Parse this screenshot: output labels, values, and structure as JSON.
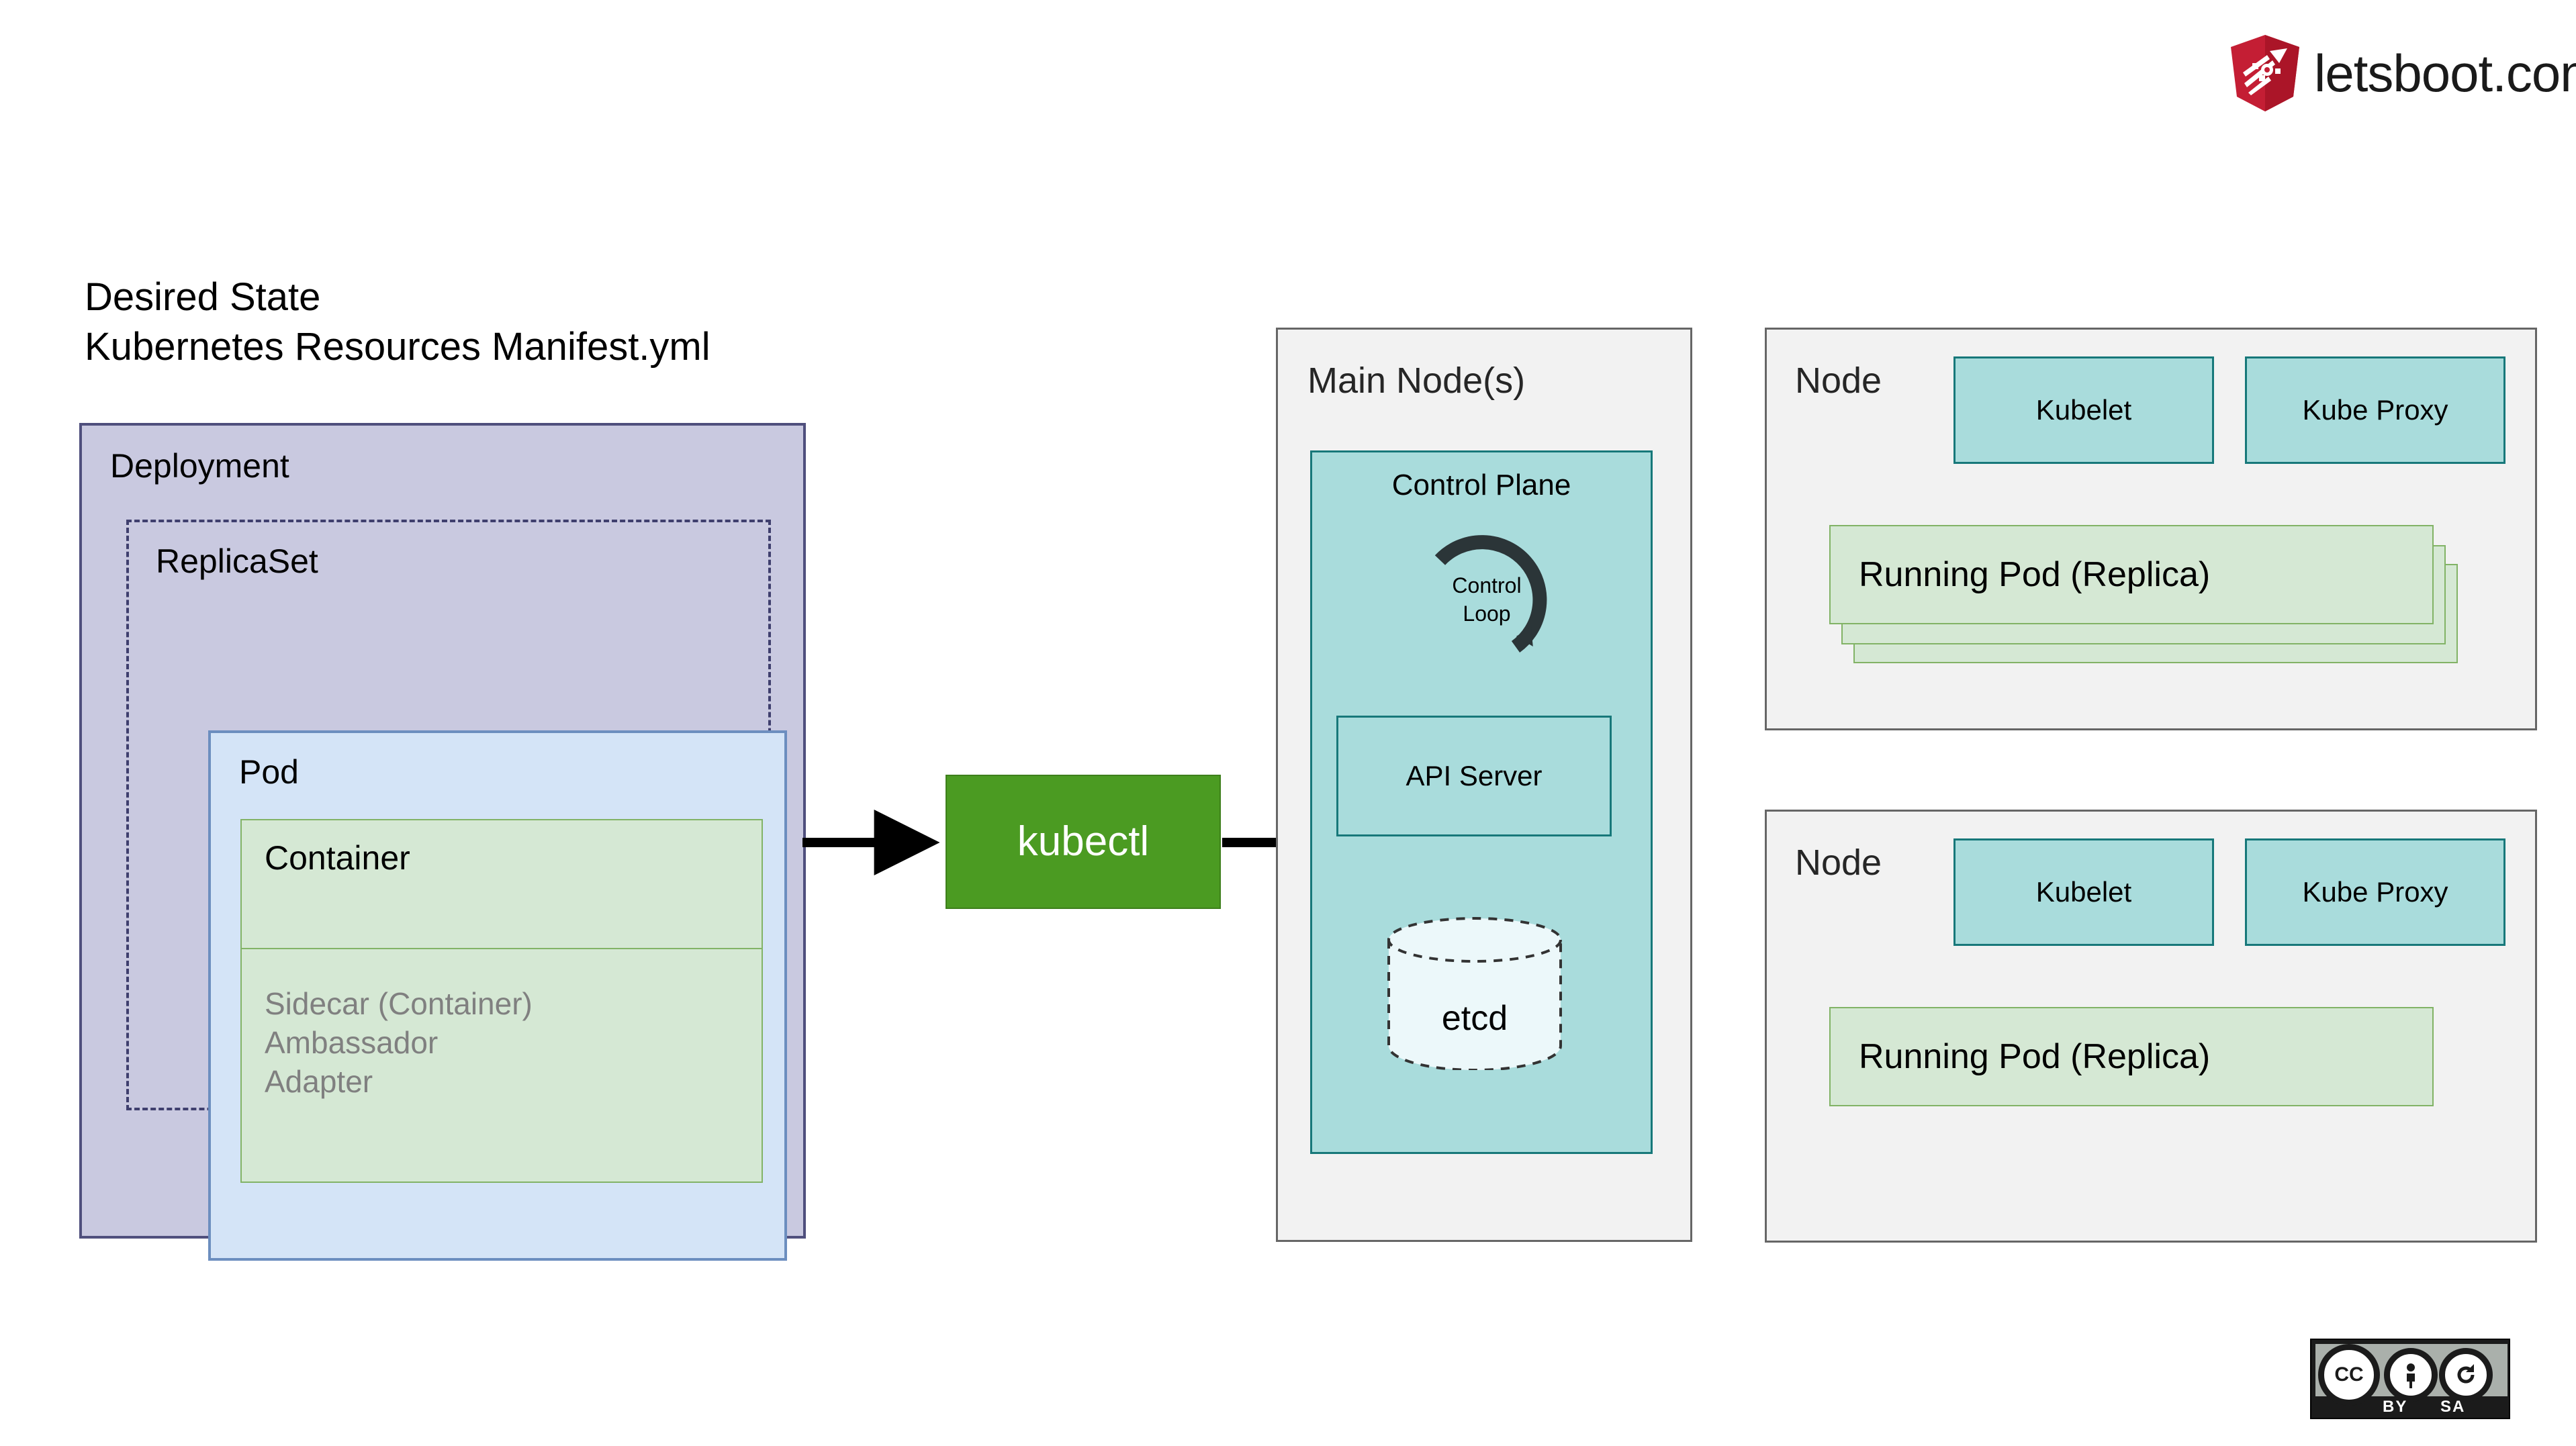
{
  "logo": {
    "brand_text": "letsboot.com",
    "shield_color": "#c41e34",
    "icon": "letsboot-shield-icon"
  },
  "headline": {
    "line1": "Desired State",
    "line2": "Kubernetes Resources Manifest.yml"
  },
  "desired_state": {
    "deployment": {
      "label": "Deployment",
      "fill": "#c9c9e0",
      "stroke": "#4f4f7d",
      "replicaset": {
        "label": "ReplicaSet",
        "stroke": "#3f3f6e",
        "style": "dashed",
        "pod": {
          "label": "Pod",
          "fill": "#d4e4f7",
          "stroke": "#6c8ebf",
          "container": {
            "label": "Container",
            "fill": "#d5e8d4",
            "stroke": "#82b366",
            "sidecars": [
              "Sidecar (Container)",
              "Ambassador",
              "Adapter"
            ],
            "sidecar_color": "#808080"
          }
        }
      }
    }
  },
  "cli": {
    "label": "kubectl",
    "fill": "#4b9b22",
    "text_color": "#ffffff"
  },
  "arrows": [
    {
      "name": "manifest-to-kubectl",
      "from": "deployment",
      "to": "kubectl"
    },
    {
      "name": "kubectl-to-api-server",
      "from": "kubectl",
      "to": "api-server"
    }
  ],
  "main_node": {
    "label": "Main Node(s)",
    "panel_fill": "#f2f2f2",
    "panel_stroke": "#666666",
    "control_plane": {
      "label": "Control Plane",
      "fill": "#a9dcdc",
      "stroke": "#17787a",
      "control_loop": {
        "line1": "Control",
        "line2": "Loop",
        "stroke": "#2b3538"
      },
      "api_server": {
        "label": "API Server",
        "fill": "#a9dcdc",
        "stroke": "#17787a"
      },
      "etcd": {
        "label": "etcd",
        "fill": "#ecf8fa",
        "stroke": "#333333",
        "style": "dashed-cylinder"
      }
    }
  },
  "nodes": [
    {
      "label": "Node",
      "components": [
        {
          "label": "Kubelet"
        },
        {
          "label": "Kube Proxy"
        }
      ],
      "pod_label": "Running Pod (Replica)",
      "pod_stack_count": 3,
      "pod_fill": "#d5e8d4",
      "pod_stroke": "#82b366"
    },
    {
      "label": "Node",
      "components": [
        {
          "label": "Kubelet"
        },
        {
          "label": "Kube Proxy"
        }
      ],
      "pod_label": "Running Pod (Replica)",
      "pod_stack_count": 1,
      "pod_fill": "#d5e8d4",
      "pod_stroke": "#82b366"
    }
  ],
  "license_badge": {
    "cc": "CC",
    "by": "BY",
    "sa": "SA"
  }
}
